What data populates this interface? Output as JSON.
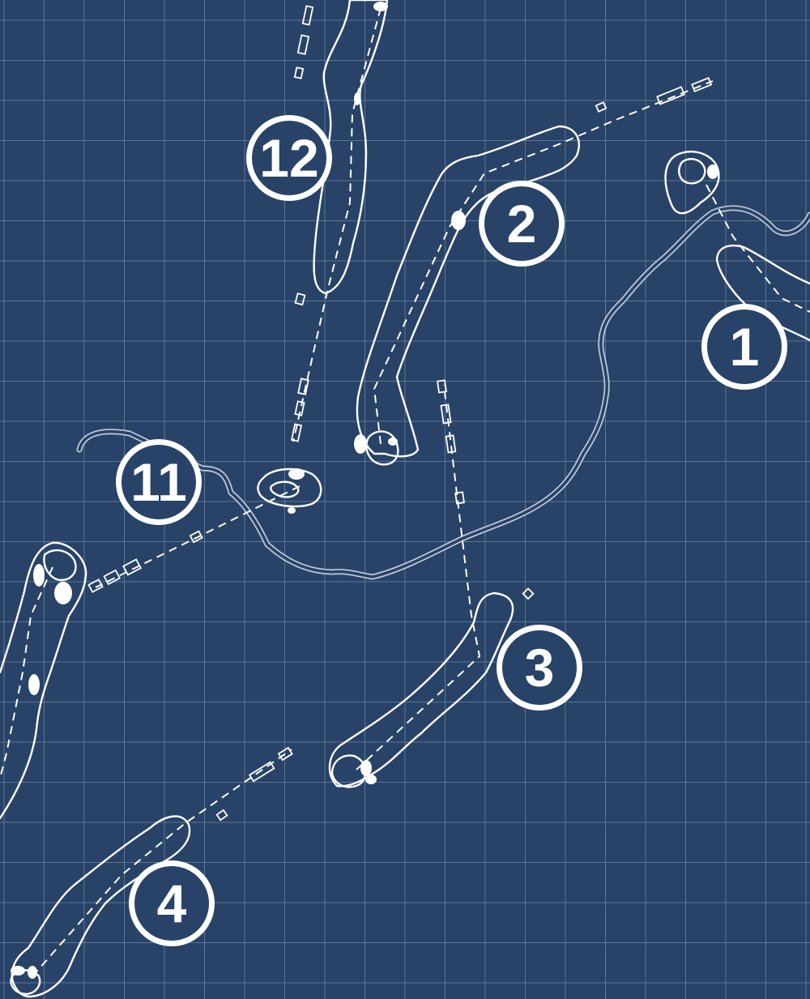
{
  "map": {
    "colors": {
      "background": "#284367",
      "grid": "#6f87a6",
      "lines": "#ffffff",
      "creek": "#c7d3e2"
    },
    "hole_markers": [
      {
        "id": "hole-1",
        "label": "1"
      },
      {
        "id": "hole-2",
        "label": "2"
      },
      {
        "id": "hole-3",
        "label": "3"
      },
      {
        "id": "hole-4",
        "label": "4"
      },
      {
        "id": "hole-11",
        "label": "11"
      },
      {
        "id": "hole-12",
        "label": "12"
      }
    ]
  }
}
